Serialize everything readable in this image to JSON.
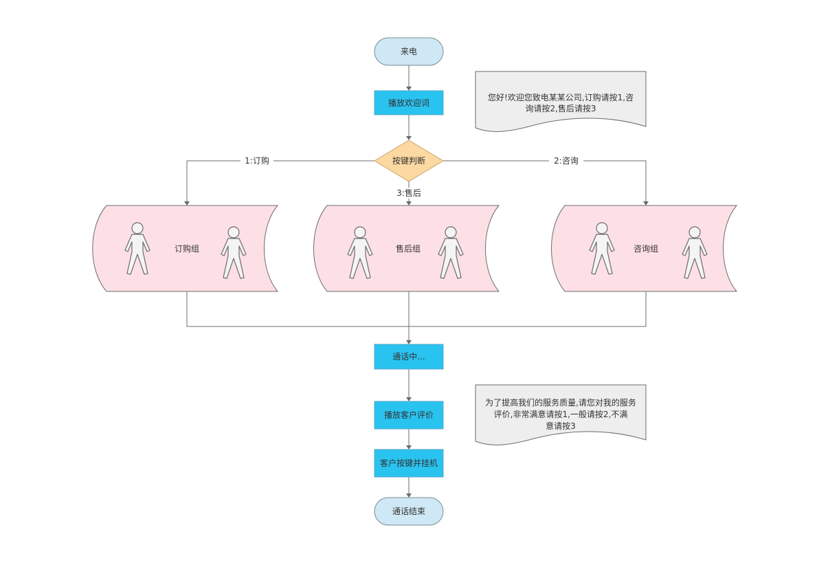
{
  "nodes": {
    "start": "来电",
    "welcome": "播放欢迎词",
    "decision": "按键判断",
    "group_order": "订购组",
    "group_after": "售后组",
    "group_consult": "咨询组",
    "calling": "通话中...",
    "rating": "播放客户评价",
    "hangup": "客户按键并挂机",
    "end": "通话结束"
  },
  "edge_labels": {
    "order": "1:订购",
    "after": "3:售后",
    "consult": "2:咨询"
  },
  "notes": {
    "welcome_lines": [
      "您好!欢迎您致电某某公司,订购请按1,咨",
      "询请按2,售后请按3"
    ],
    "rating_lines": [
      "为了提高我们的服务质量,请您对我的服务",
      "评价,非常满意请按1,一般请按2,不满",
      "意请按3"
    ]
  },
  "colors": {
    "terminal": "#cfe8f5",
    "process": "#29c3f0",
    "decision": "#fcd9a2",
    "group": "#fde0e6",
    "note": "#eeeeee",
    "line": "#6b6b6b"
  },
  "icons": [
    "person-icon"
  ]
}
